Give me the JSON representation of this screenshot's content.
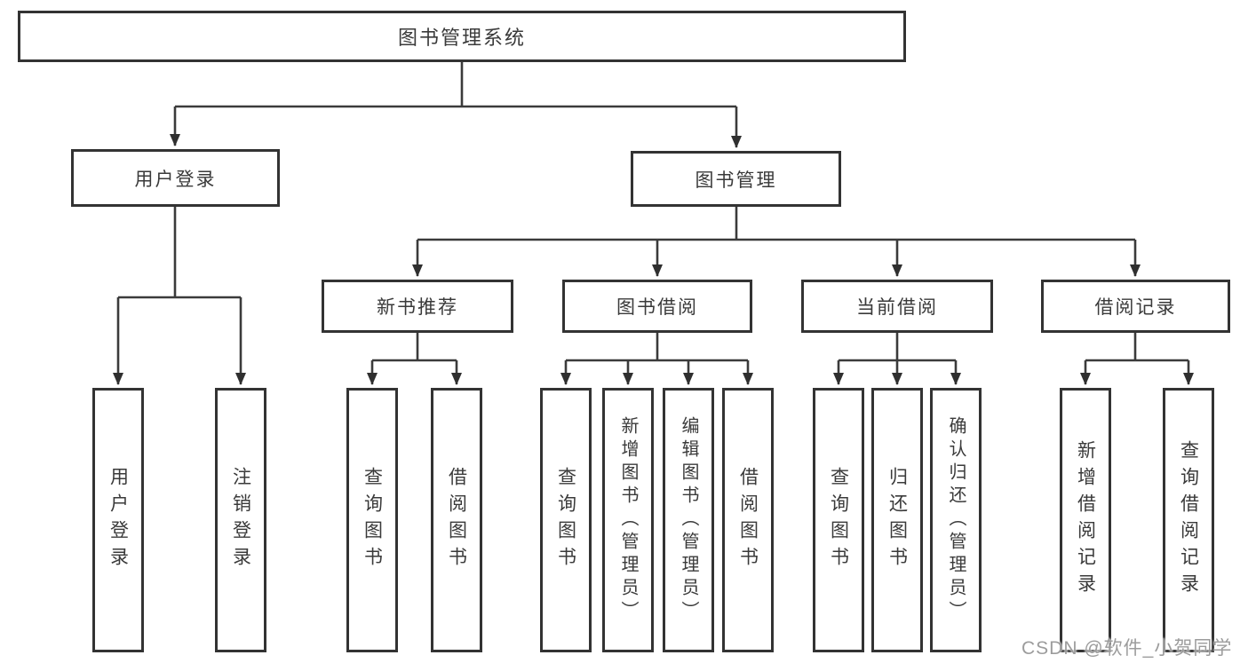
{
  "diagram": {
    "root": {
      "label": "图书管理系统"
    },
    "branches": [
      {
        "label": "用户登录",
        "children": [
          {
            "label": "用户登录"
          },
          {
            "label": "注销登录"
          }
        ]
      },
      {
        "label": "图书管理",
        "children": [
          {
            "label": "新书推荐",
            "children": [
              {
                "label": "查询图书"
              },
              {
                "label": "借阅图书"
              }
            ]
          },
          {
            "label": "图书借阅",
            "children": [
              {
                "label": "查询图书"
              },
              {
                "label": "新增图书（管理员）"
              },
              {
                "label": "编辑图书（管理员）"
              },
              {
                "label": "借阅图书"
              }
            ]
          },
          {
            "label": "当前借阅",
            "children": [
              {
                "label": "查询图书"
              },
              {
                "label": "归还图书"
              },
              {
                "label": "确认归还（管理员）"
              }
            ]
          },
          {
            "label": "借阅记录",
            "children": [
              {
                "label": "新增借阅记录"
              },
              {
                "label": "查询借阅记录"
              }
            ]
          }
        ]
      }
    ],
    "colors": {
      "line": "#3b3b3b",
      "box_border": "#333333",
      "box_fill": "#ffffff",
      "text": "#3a3a3a",
      "watermark": "#949494"
    },
    "watermark": "CSDN @软件_小贺同学"
  }
}
